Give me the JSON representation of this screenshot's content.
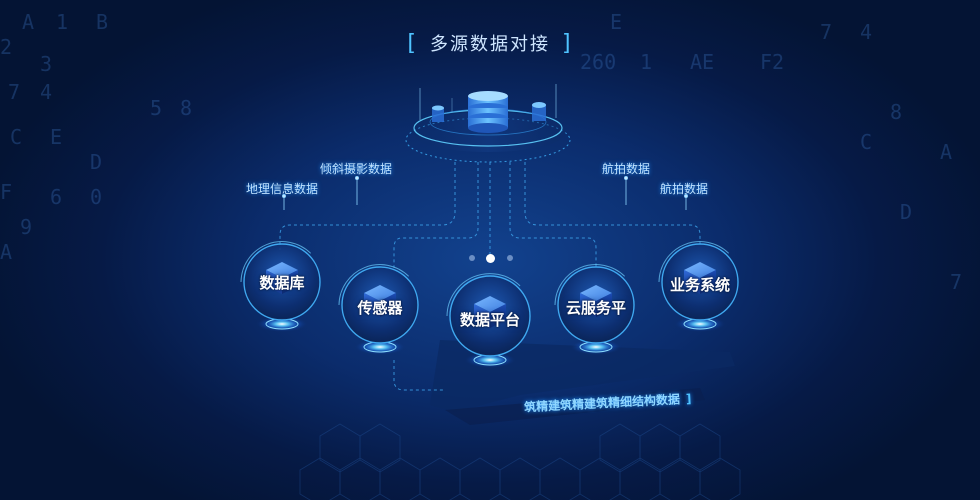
{
  "title": "多源数据对接",
  "title_brackets": {
    "left": "[",
    "right": "]"
  },
  "top_labels": [
    {
      "key": "tilt",
      "text": "倾斜摄影数据"
    },
    {
      "key": "geo",
      "text": "地理信息数据"
    },
    {
      "key": "aerial1",
      "text": "航拍数据"
    },
    {
      "key": "aerial2",
      "text": "航拍数据"
    }
  ],
  "nodes": [
    {
      "key": "database",
      "label": "数据库"
    },
    {
      "key": "sensor",
      "label": "传感器"
    },
    {
      "key": "data-platform",
      "label": "数据平台"
    },
    {
      "key": "cloud-service",
      "label": "云服务平"
    },
    {
      "key": "business-system",
      "label": "业务系统"
    }
  ],
  "bottom_label": "筑精建筑精建筑精细结构数据",
  "bottom_bracket": "]",
  "carousel": {
    "count": 3,
    "active_index": 1
  },
  "colors": {
    "accent": "#4fc3ff",
    "background": "#041434",
    "glow": "#1a8fff"
  },
  "background_chars": [
    "A",
    "1",
    "B",
    "2",
    "3",
    "7",
    "4",
    "5",
    "8",
    "C",
    "E",
    "D",
    "F",
    "6",
    "0",
    "9",
    "A",
    "E",
    "260",
    "1",
    "AE",
    "F2",
    "7",
    "4",
    "8",
    "C",
    "D",
    "A",
    "7"
  ]
}
